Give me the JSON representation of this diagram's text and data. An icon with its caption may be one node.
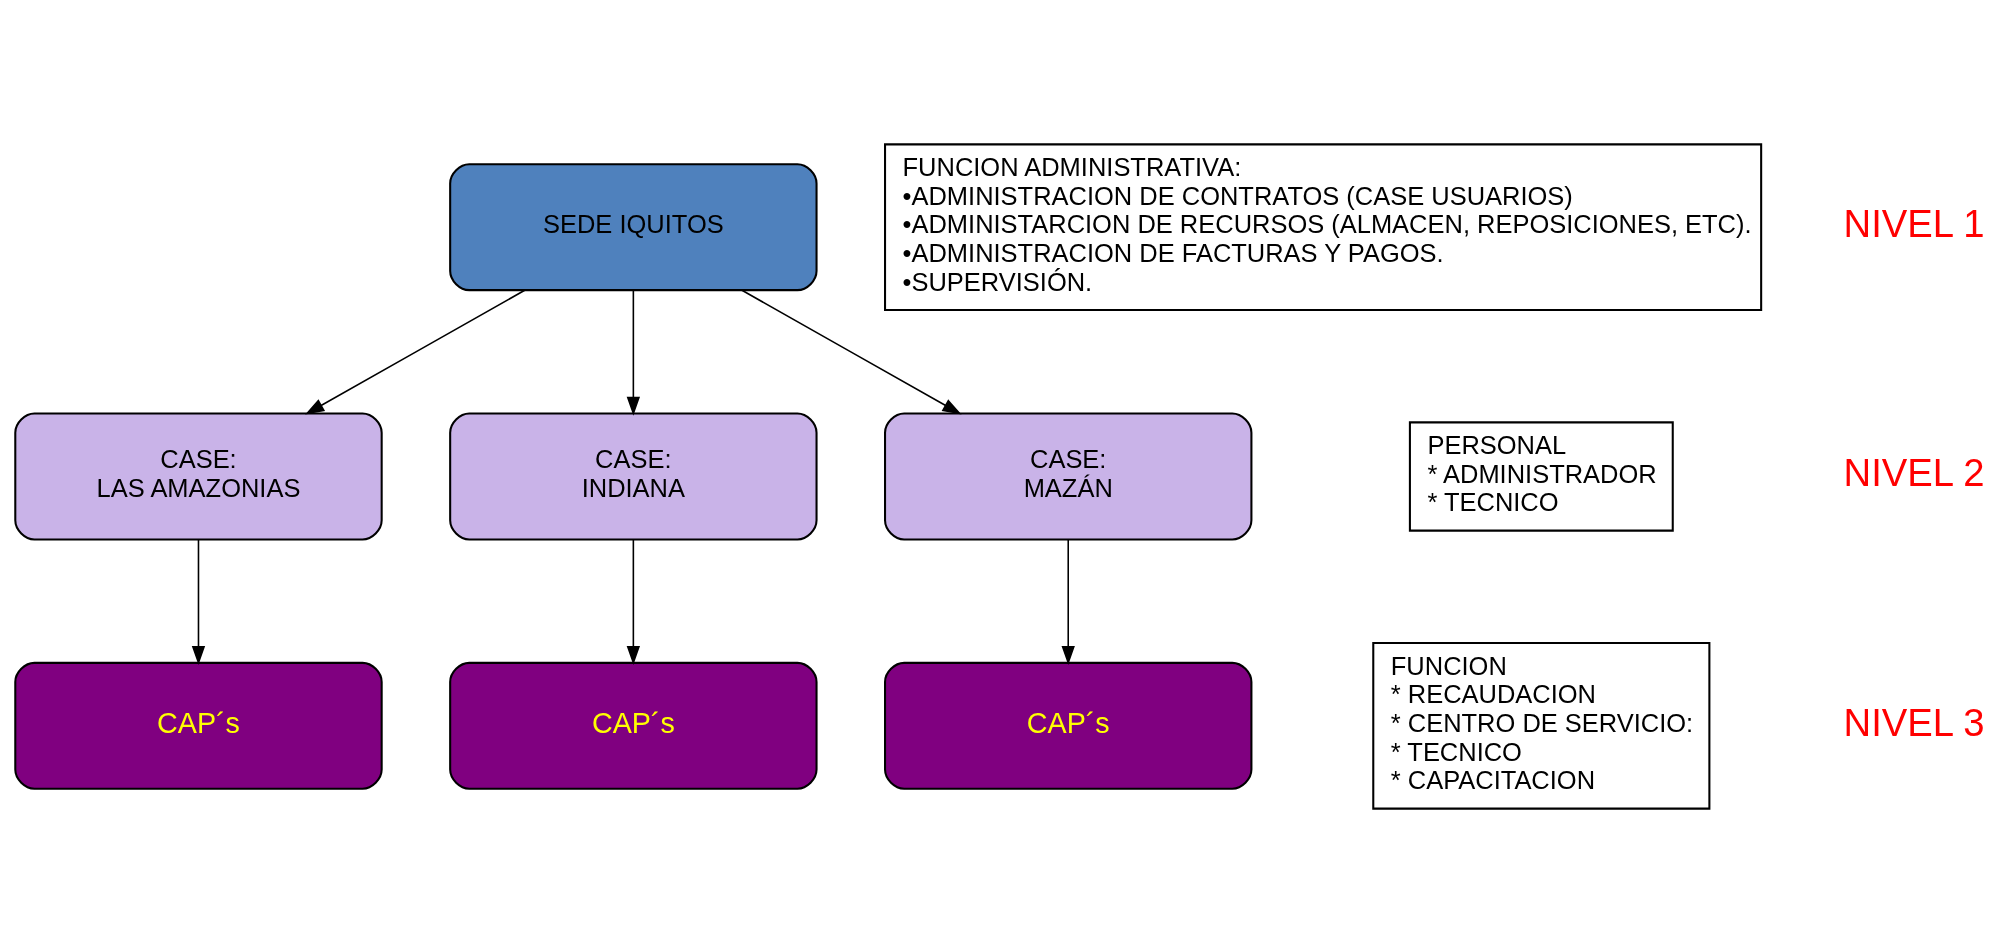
{
  "diagram": {
    "nodes": [
      {
        "text": [
          "SEDE IQUITOS"
        ]
      },
      {
        "text": [
          "CASE:",
          "LAS AMAZONIAS"
        ]
      },
      {
        "text": [
          "CASE:",
          "INDIANA"
        ]
      },
      {
        "text": [
          "CASE:",
          "MAZÁN"
        ]
      },
      {
        "text": [
          "CAP´s"
        ]
      },
      {
        "text": [
          "CAP´s"
        ]
      },
      {
        "text": [
          "CAP´s"
        ]
      },
      {
        "text": [
          "FUNCION ADMINISTRATIVA:",
          "•ADMINISTRACION DE CONTRATOS (CASE USUARIOS)",
          "•ADMINISTARCION DE RECURSOS (ALMACEN, REPOSICIONES, ETC).",
          "•ADMINISTRACION DE FACTURAS Y PAGOS.",
          "•SUPERVISIÓN."
        ]
      },
      {
        "text": [
          "PERSONAL",
          "* ADMINISTRADOR",
          "* TECNICO"
        ]
      },
      {
        "text": [
          "FUNCION",
          "* RECAUDACION",
          "* CENTRO DE SERVICIO:",
          "* TECNICO",
          "* CAPACITACION"
        ]
      }
    ],
    "edges": [
      {
        "from": 0,
        "to": 1,
        "arrow": "to"
      },
      {
        "from": 0,
        "to": 2,
        "arrow": "to"
      },
      {
        "from": 0,
        "to": 3,
        "arrow": "to"
      },
      {
        "from": 1,
        "to": 4,
        "arrow": "to"
      },
      {
        "from": 2,
        "to": 5,
        "arrow": "to"
      },
      {
        "from": 3,
        "to": 6,
        "arrow": "to"
      }
    ],
    "labels": [
      "NIVEL 1",
      "NIVEL 2",
      "NIVEL 3"
    ]
  }
}
